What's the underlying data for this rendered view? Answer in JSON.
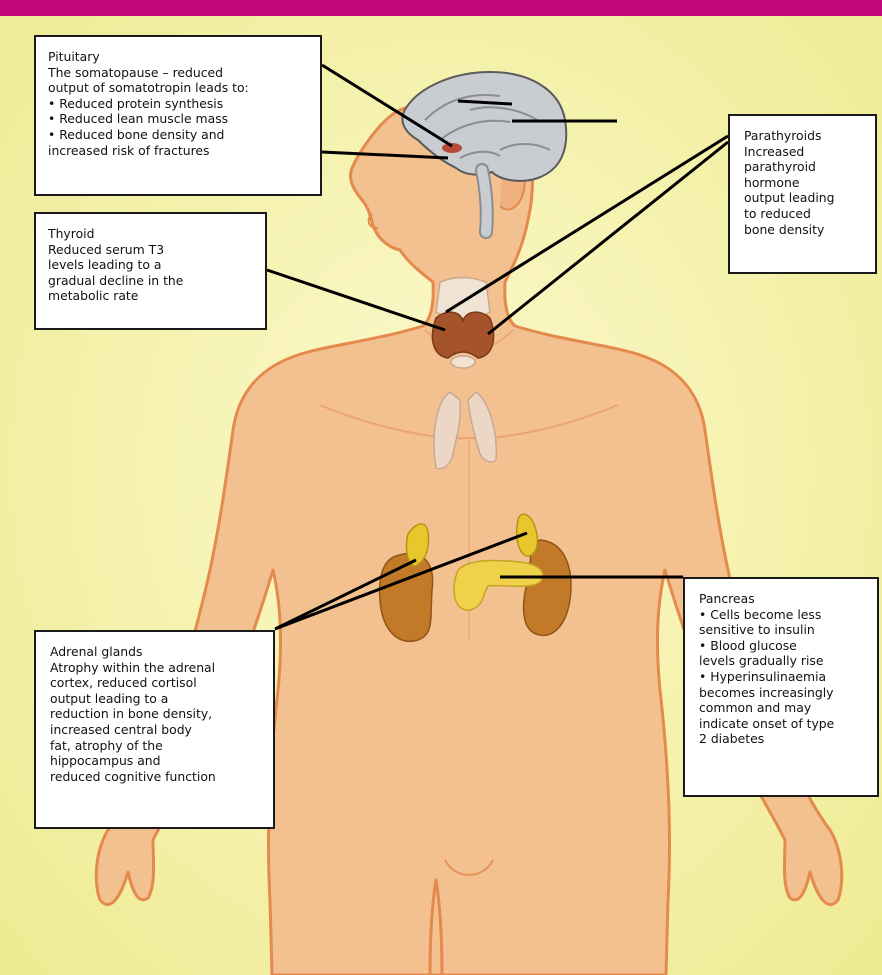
{
  "colors": {
    "header_bar": "#c0087a",
    "background": "#f6f3b2",
    "skin": "#f3c090",
    "skin_outline": "#e38a4c",
    "brain": "#c9ccd0",
    "thyroid": "#a5532a",
    "adrenal": "#e8c62e",
    "kidney": "#c27a28",
    "pancreas": "#f0d24a",
    "thymus": "#ecd7c7"
  },
  "callouts": {
    "pituitary": {
      "title": "Pituitary",
      "lines": [
        "The somatopause – reduced",
        "output of somatotropin leads to:"
      ],
      "bullets": [
        "Reduced protein synthesis",
        "Reduced lean muscle mass",
        "Reduced bone density and"
      ],
      "tail": "increased risk of fractures"
    },
    "thyroid": {
      "title": "Thyroid",
      "lines": [
        "Reduced serum T3",
        "levels leading to a",
        "gradual decline in the",
        "metabolic rate"
      ]
    },
    "parathyroids": {
      "title": "Parathyroids",
      "lines": [
        "Increased",
        "parathyroid",
        "hormone",
        "output leading",
        "to reduced",
        "bone density"
      ]
    },
    "pancreas": {
      "title": "Pancreas",
      "items": [
        {
          "bullet": true,
          "text": "Cells become less"
        },
        {
          "bullet": false,
          "text": "sensitive to insulin"
        },
        {
          "bullet": true,
          "text": "Blood glucose"
        },
        {
          "bullet": false,
          "text": "levels gradually rise"
        },
        {
          "bullet": true,
          "text": "Hyperinsulinaemia"
        },
        {
          "bullet": false,
          "text": "becomes increasingly"
        },
        {
          "bullet": false,
          "text": "common and may"
        },
        {
          "bullet": false,
          "text": "indicate onset of type"
        },
        {
          "bullet": false,
          "text": "2 diabetes"
        }
      ]
    },
    "adrenal": {
      "title": "Adrenal glands",
      "lines": [
        "Atrophy within the adrenal",
        "cortex, reduced cortisol",
        "output leading to a",
        "reduction in bone density,",
        "increased central body",
        "fat, atrophy of the",
        "hippocampus and",
        "reduced cognitive function"
      ]
    }
  }
}
